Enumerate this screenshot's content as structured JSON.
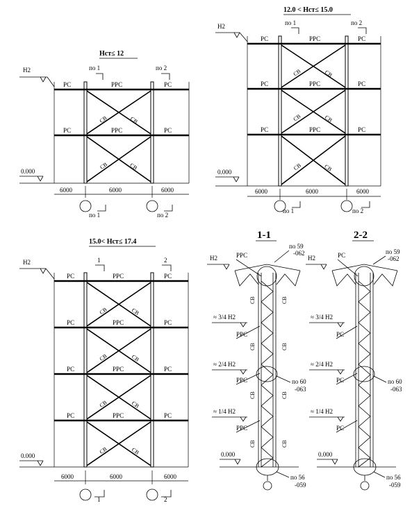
{
  "heading_panel_a": "Нст≤ 12",
  "heading_panel_b": "12.0 < Нст≤ 15.0",
  "heading_panel_c": "15.0< Нст≤ 17.4",
  "section_1": "1-1",
  "section_2": "2-2",
  "labels": {
    "h2": "H2",
    "zero": "0.000",
    "rs": "РС",
    "rrs": "РРС",
    "sv": "СВ",
    "po1": "по 1",
    "po2": "по 2",
    "one": "1",
    "two": "2",
    "span": "6000",
    "h34": "≈ 3/4 H2",
    "h24": "≈ 2/4 H2",
    "h14": "≈ 1/4 H2",
    "node59a": "по 59",
    "node59b": "-062",
    "node60a": "по 60",
    "node60b": "-063",
    "node56a": "по 56",
    "node56b": "-059"
  }
}
